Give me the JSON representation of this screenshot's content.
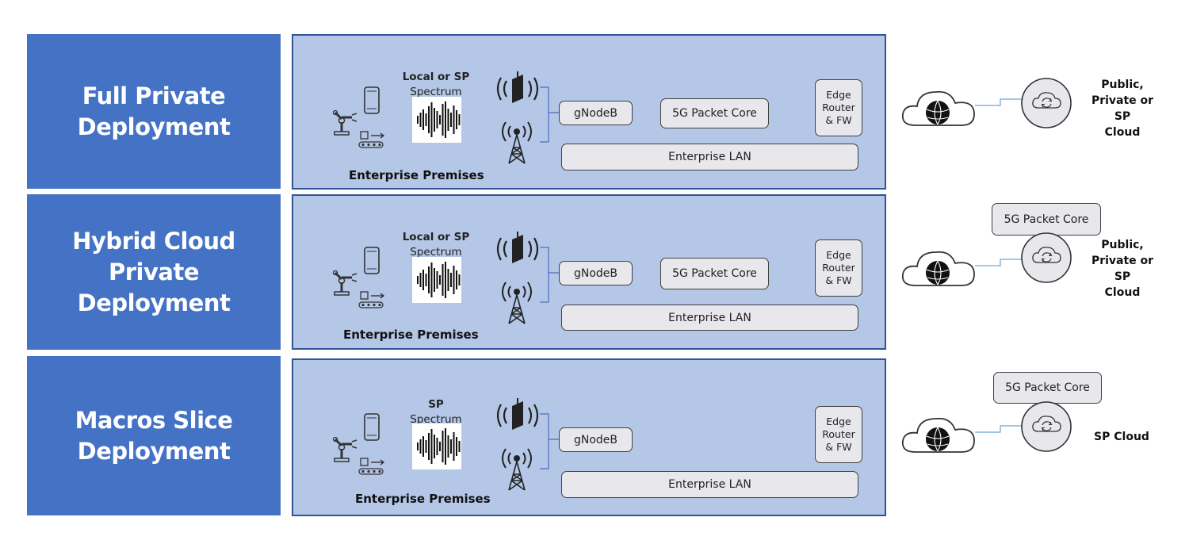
{
  "rows": [
    {
      "label": [
        "Full Private",
        "Deployment"
      ],
      "spectrum_bold": "Local or SP",
      "spectrum_normal": "Spectrum",
      "premises": "Enterprise Premises",
      "gnodeb": "gNodeB",
      "packet_core": "5G Packet Core",
      "edge": [
        "Edge",
        "Router",
        "& FW"
      ],
      "lan": "Enterprise LAN",
      "cloud_packet_core": "",
      "cloud_label": [
        "Public,",
        "Private or SP",
        "Cloud"
      ]
    },
    {
      "label": [
        "Hybrid Cloud Private",
        "Deployment"
      ],
      "spectrum_bold": "Local or SP",
      "spectrum_normal": "Spectrum",
      "premises": "Enterprise Premises",
      "gnodeb": "gNodeB",
      "packet_core": "5G Packet Core",
      "edge": [
        "Edge",
        "Router",
        "& FW"
      ],
      "lan": "Enterprise LAN",
      "cloud_packet_core": "5G Packet Core",
      "cloud_label": [
        "Public,",
        "Private or SP",
        "Cloud"
      ]
    },
    {
      "label": [
        "Macros Slice",
        "Deployment"
      ],
      "spectrum_bold": "SP",
      "spectrum_normal": "Spectrum",
      "premises": "Enterprise Premises",
      "gnodeb": "gNodeB",
      "packet_core": "",
      "edge": [
        "Edge",
        "Router",
        "& FW"
      ],
      "lan": "Enterprise LAN",
      "cloud_packet_core": "5G Packet Core",
      "cloud_label": [
        "SP Cloud"
      ]
    }
  ],
  "icons": {
    "device": "smartphone-icon",
    "robot": "robot-arm-icon",
    "conveyor": "conveyor-icon",
    "spectrum": "waveform-icon",
    "radio": "radio-unit-icon",
    "tower": "cell-tower-icon",
    "cloud": "cloud-globe-icon",
    "cloud_service": "cloud-sync-icon"
  },
  "colors": {
    "label_bg": "#4472c4",
    "panel_bg": "#b4c7e7",
    "panel_border": "#2f5597",
    "node_bg": "#e8e8ec"
  }
}
